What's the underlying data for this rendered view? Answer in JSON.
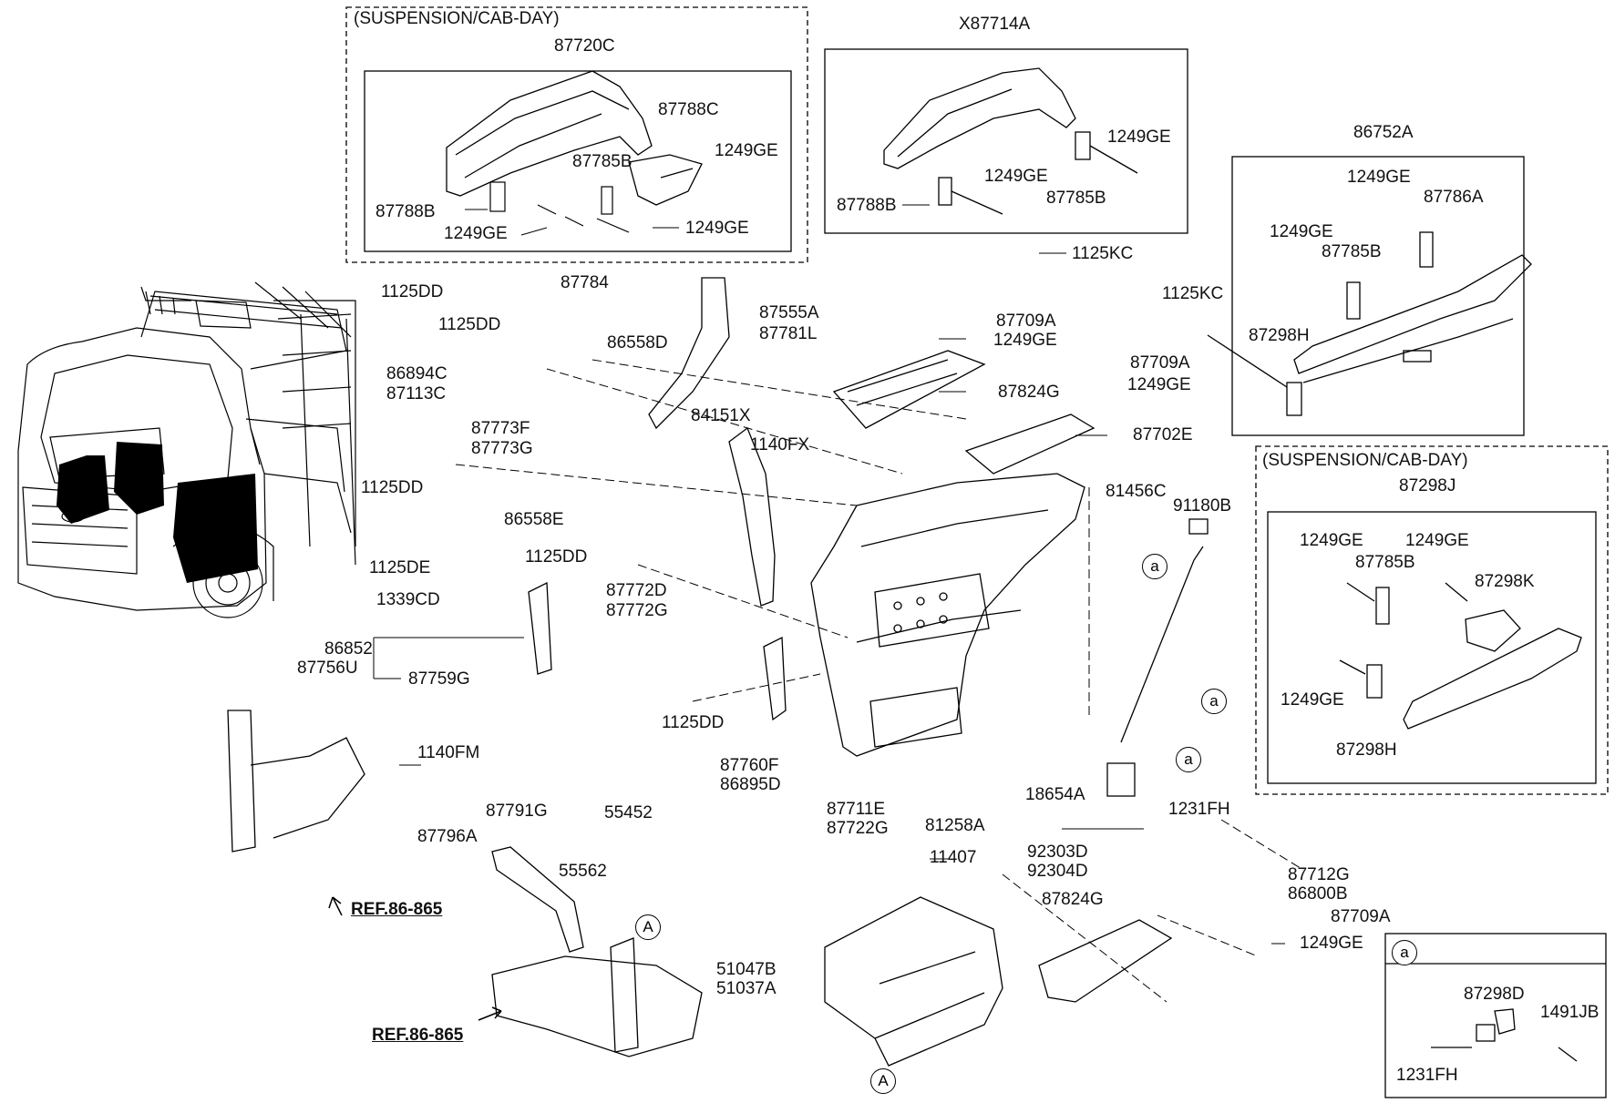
{
  "titles": {
    "suspension_cab_day_1": "(SUSPENSION/CAB-DAY)",
    "suspension_cab_day_2": "(SUSPENSION/CAB-DAY)",
    "group_top_center": "X87714A",
    "group_right": "86752A"
  },
  "refs": {
    "ref1": "REF.86-865",
    "ref2": "REF.86-865"
  },
  "callouts": {
    "a": "a",
    "A": "A"
  },
  "parts": {
    "p87720C": "87720C",
    "p87788C": "87788C",
    "p87785B_1": "87785B",
    "p1249GE_1": "1249GE",
    "p87788B_1": "87788B",
    "p1249GE_2": "1249GE",
    "p1249GE_3": "1249GE",
    "p1249GE_4": "1249GE",
    "p1249GE_5": "1249GE",
    "p87788B_2": "87788B",
    "p87785B_2": "87785B",
    "p1125KC_1": "1125KC",
    "p1249GE_6": "1249GE",
    "p87786A": "87786A",
    "p1249GE_7": "1249GE",
    "p87785B_3": "87785B",
    "p1125KC_2": "1125KC",
    "p87298H_1": "87298H",
    "p87298J": "87298J",
    "p1249GE_8": "1249GE",
    "p1249GE_9": "1249GE",
    "p87785B_4": "87785B",
    "p87298K": "87298K",
    "p1249GE_10": "1249GE",
    "p87298H_2": "87298H",
    "p1125DD_1": "1125DD",
    "p87784": "87784",
    "p87555A": "87555A",
    "p87781L": "87781L",
    "p1125DD_2": "1125DD",
    "p86558D": "86558D",
    "p86894C": "86894C",
    "p87113C": "87113C",
    "p87773F": "87773F",
    "p87773G": "87773G",
    "p84151X": "84151X",
    "p1125DD_3": "1125DD",
    "p1140FX": "1140FX",
    "p87709A_1": "87709A",
    "p1249GE_11": "1249GE",
    "p87824G_1": "87824G",
    "p87709A_2": "87709A",
    "p1249GE_12": "1249GE",
    "p87702E": "87702E",
    "p81456C": "81456C",
    "p91180B": "91180B",
    "p86558E": "86558E",
    "p1125DE": "1125DE",
    "p1125DD_4": "1125DD",
    "p1339CD": "1339CD",
    "p87772D": "87772D",
    "p87772G": "87772G",
    "p86852": "86852",
    "p87756U": "87756U",
    "p87759G": "87759G",
    "p1125DD_5": "1125DD",
    "p87760F": "87760F",
    "p86895D": "86895D",
    "p87711E": "87711E",
    "p87722G": "87722G",
    "p81258A": "81258A",
    "p18654A": "18654A",
    "p92303D": "92303D",
    "p92304D": "92304D",
    "p1140FM": "1140FM",
    "p87796A": "87796A",
    "p87791G": "87791G",
    "p55452": "55452",
    "p55562": "55562",
    "p11407": "11407",
    "p1231FH_1": "1231FH",
    "p87712G": "87712G",
    "p86800B": "86800B",
    "p87824G_2": "87824G",
    "p87709A_3": "87709A",
    "p1249GE_13": "1249GE",
    "p51047B": "51047B",
    "p51037A": "51037A",
    "p87298D": "87298D",
    "p1491JB": "1491JB",
    "p1231FH_2": "1231FH"
  }
}
